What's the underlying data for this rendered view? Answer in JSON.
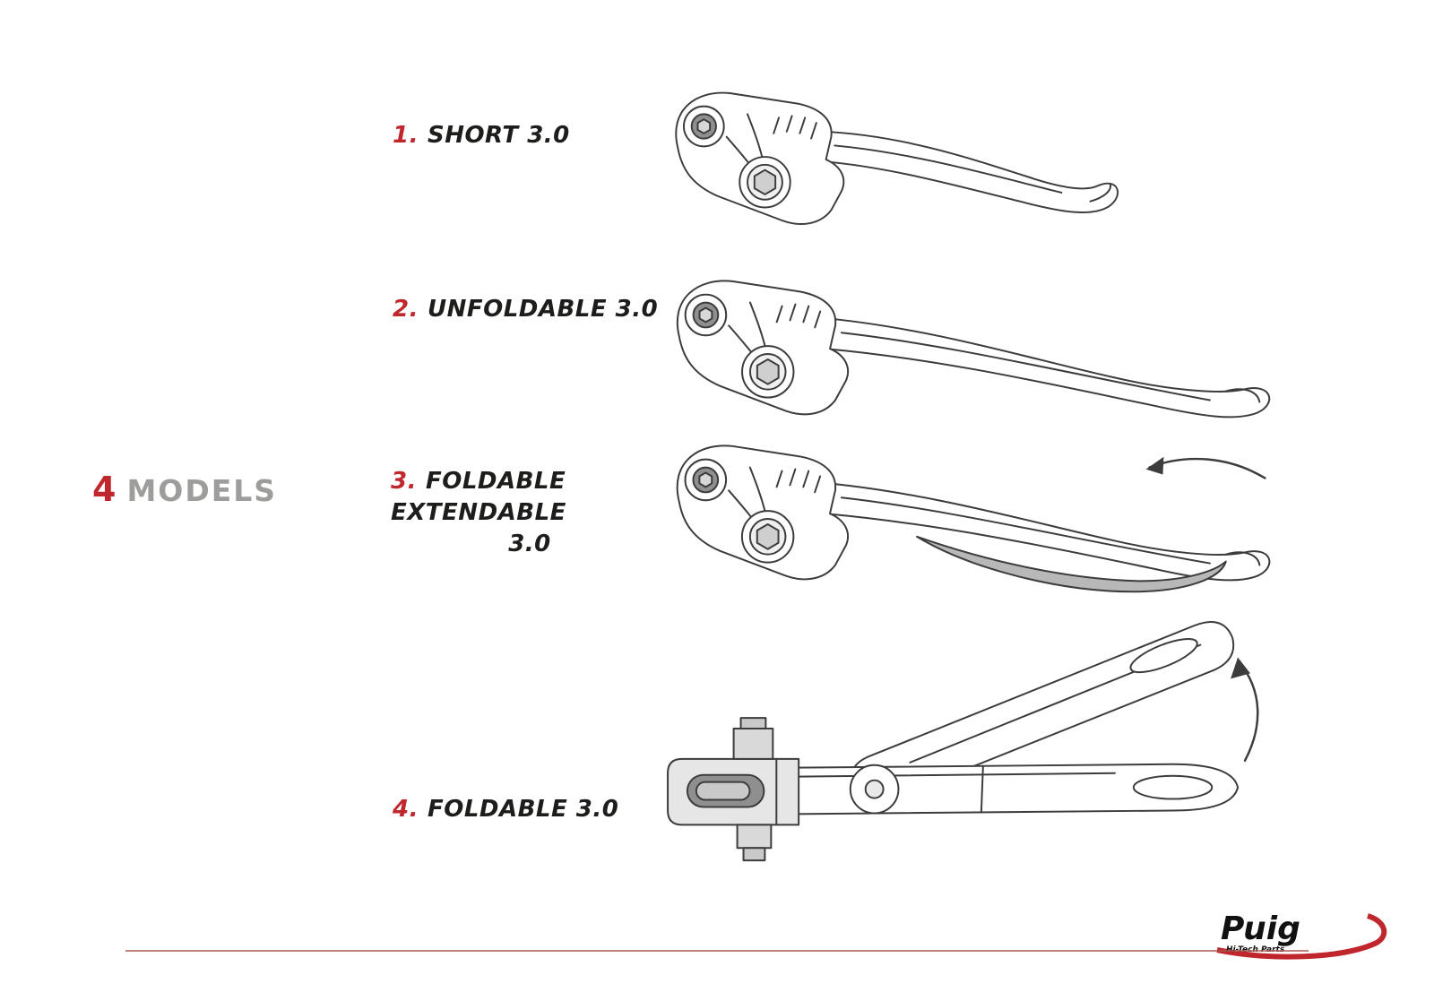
{
  "page": {
    "models_count": "4",
    "models_label": "MODELS"
  },
  "items": [
    {
      "num": "1.",
      "label": "SHORT 3.0"
    },
    {
      "num": "2.",
      "label": "UNFOLDABLE 3.0"
    },
    {
      "num": "3.",
      "label": "FOLDABLE EXTENDABLE",
      "label_line2": "3.0"
    },
    {
      "num": "4.",
      "label": "FOLDABLE 3.0"
    }
  ],
  "illustrations": [
    {
      "icon": "short-lever-illustration"
    },
    {
      "icon": "unfoldable-lever-illustration"
    },
    {
      "icon": "foldable-extendable-lever-illustration"
    },
    {
      "icon": "foldable-lever-illustration"
    }
  ],
  "logo": {
    "brand": "Puig",
    "tagline": "Hi-Tech Parts"
  },
  "colors": {
    "accent_red": "#c0272d",
    "text_dark": "#1d1d1b",
    "gray": "#9d9d9c",
    "divider": "#a85a52",
    "sketch_stroke": "#3c3c3c"
  }
}
